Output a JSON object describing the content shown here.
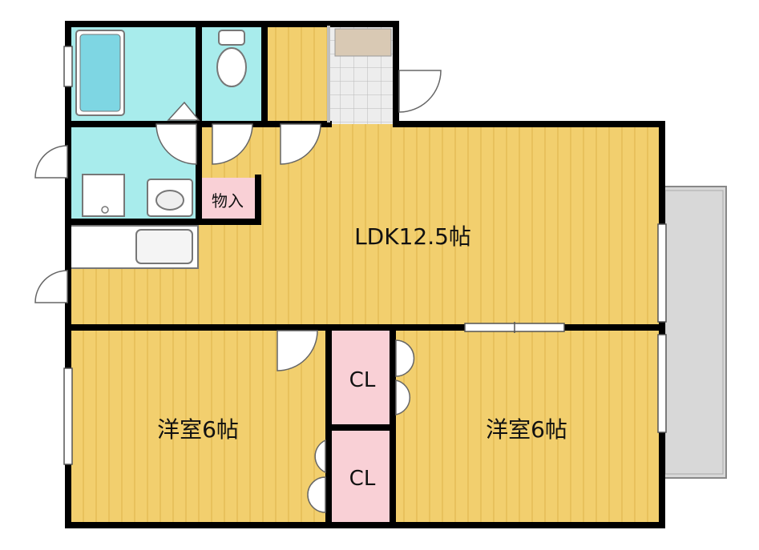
{
  "rooms": {
    "ldk": "LDK12.5帖",
    "western_left": "洋室6帖",
    "western_right": "洋室6帖",
    "closet_upper": "CL",
    "closet_lower": "CL",
    "storage": "物入"
  },
  "colors": {
    "wall": "#000000",
    "floor_wood": "#F2CF6E",
    "floor_stripe": "#E2B84F",
    "wet_area": "#A8ECEC",
    "closet": "#F9D0D6",
    "entrance_tile": "#E4E4E4",
    "balcony": "#D8D8D8"
  },
  "icons": [
    "bathtub-icon",
    "toilet-icon",
    "washbasin-icon",
    "sink-icon",
    "door-swing-icon",
    "window-icon"
  ]
}
